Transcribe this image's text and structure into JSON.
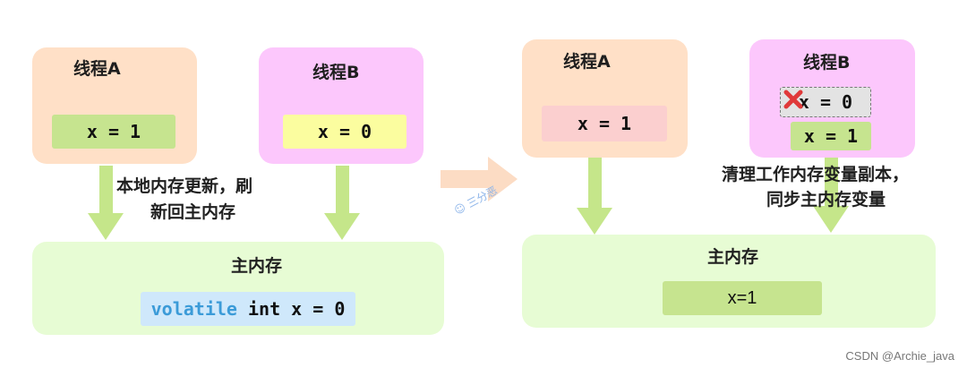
{
  "left": {
    "thread_a": {
      "title": "线程A",
      "value": "x = 1"
    },
    "thread_b": {
      "title": "线程B",
      "value": "x = 0"
    },
    "caption_line1": "本地内存更新，刷",
    "caption_line2": "新回主内存",
    "main_memory": {
      "title": "主内存",
      "code_keyword": "volatile",
      "code_rest": " int x = 0"
    }
  },
  "right": {
    "thread_a": {
      "title": "线程A",
      "value": "x = 1"
    },
    "thread_b": {
      "title": "线程B",
      "stale_value": "x = 0",
      "new_value": "x = 1"
    },
    "caption_line1": "清理工作内存变量副本，",
    "caption_line2": "同步主内存变量",
    "main_memory": {
      "title": "主内存",
      "value": "x=1"
    }
  },
  "watermark": "三分恶",
  "credit": "CSDN @Archie_java",
  "colors": {
    "arrow": "#c5e68a",
    "big_arrow": "#fcdcc4",
    "thread_a_bg": "#ffe0c7",
    "thread_b_bg": "#fcc7fc",
    "main_bg": "#e7fcd4",
    "value_green": "#c6e48f",
    "value_yellow": "#fbfd9f",
    "value_red": "#fbcfcf",
    "value_blue": "#cfe8fb"
  }
}
